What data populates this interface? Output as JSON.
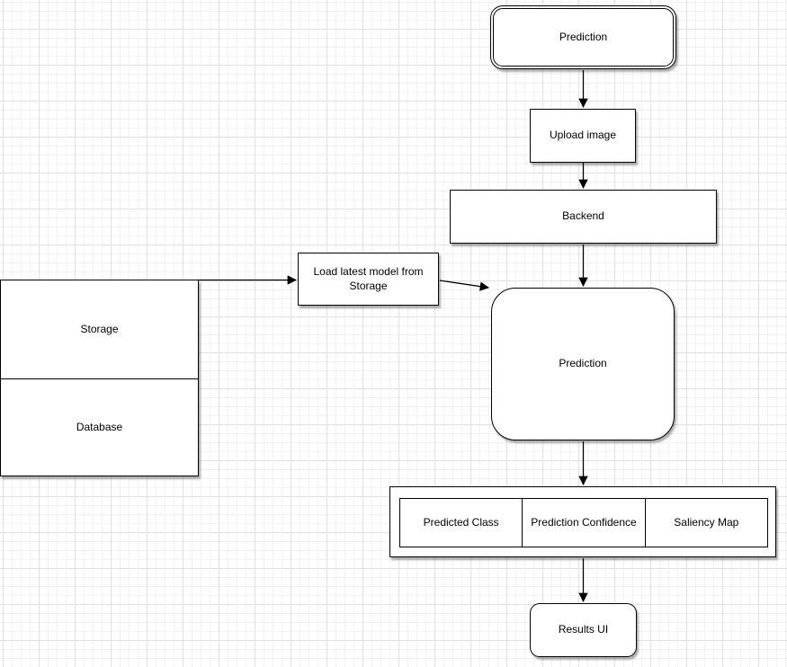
{
  "canvas": {
    "background_color": "#ffffff",
    "grid_minor_color": "#f2f2f2",
    "grid_major_color": "#e0e0e0",
    "stroke_color": "#000000",
    "shape_fill_color": "#ffffff",
    "font_color": "#000000"
  },
  "nodes": {
    "start_terminator": {
      "shape": "double-rounded-terminator",
      "label": "Prediction"
    },
    "upload_image": {
      "shape": "rectangle",
      "label": "Upload image"
    },
    "backend": {
      "shape": "rectangle",
      "label": "Backend"
    },
    "load_latest_model": {
      "shape": "rectangle",
      "label": "Load latest model from Storage"
    },
    "storage_database": {
      "shape": "stacked-list",
      "items": [
        "Storage",
        "Database"
      ]
    },
    "prediction_process": {
      "shape": "rounded-rectangle",
      "label": "Prediction"
    },
    "results_container": {
      "shape": "container",
      "cells": [
        "Predicted Class",
        "Prediction Confidence",
        "Saliency Map"
      ]
    },
    "results_ui": {
      "shape": "rounded-rectangle",
      "label": "Results UI"
    }
  },
  "edges": [
    {
      "from": "start_terminator",
      "to": "upload_image"
    },
    {
      "from": "upload_image",
      "to": "backend"
    },
    {
      "from": "backend",
      "to": "prediction_process"
    },
    {
      "from": "storage_database",
      "to": "load_latest_model"
    },
    {
      "from": "load_latest_model",
      "to": "prediction_process"
    },
    {
      "from": "prediction_process",
      "to": "results_container"
    },
    {
      "from": "results_container",
      "to": "results_ui"
    }
  ]
}
